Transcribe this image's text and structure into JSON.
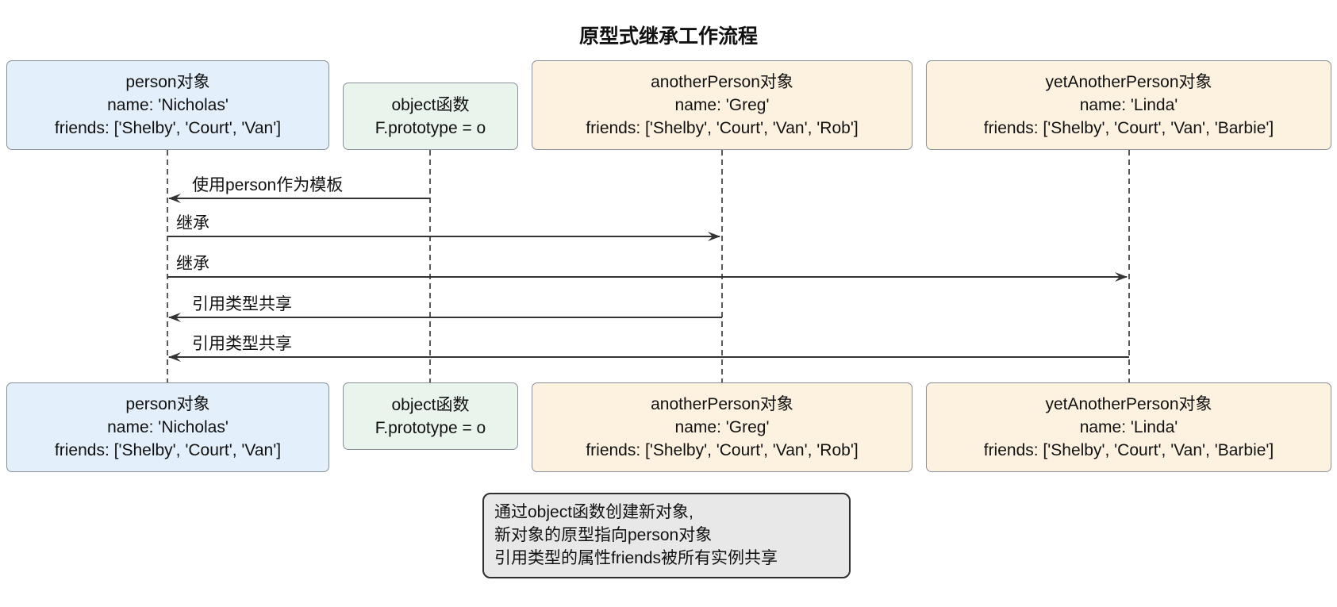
{
  "title": "原型式继承工作流程",
  "actors": [
    {
      "id": "person",
      "title": "person对象",
      "lines": [
        "name: 'Nicholas'",
        "friends: ['Shelby', 'Court', 'Van']"
      ],
      "color": "#e3f0fb"
    },
    {
      "id": "object",
      "title": "object函数",
      "lines": [
        "F.prototype = o"
      ],
      "color": "#e9f4ec"
    },
    {
      "id": "anotherPerson",
      "title": "anotherPerson对象",
      "lines": [
        "name: 'Greg'",
        "friends: ['Shelby', 'Court', 'Van', 'Rob']"
      ],
      "color": "#fdf2e0"
    },
    {
      "id": "yetAnotherPerson",
      "title": "yetAnotherPerson对象",
      "lines": [
        "name: 'Linda'",
        "friends: ['Shelby', 'Court', 'Van', 'Barbie']"
      ],
      "color": "#fdf2e0"
    }
  ],
  "messages": [
    {
      "label": "使用person作为模板",
      "from": "object函数",
      "to": "person对象",
      "direction": "left"
    },
    {
      "label": "继承",
      "from": "person对象",
      "to": "anotherPerson对象",
      "direction": "right"
    },
    {
      "label": "继承",
      "from": "person对象",
      "to": "yetAnotherPerson对象",
      "direction": "right"
    },
    {
      "label": "引用类型共享",
      "from": "anotherPerson对象",
      "to": "person对象",
      "direction": "left"
    },
    {
      "label": "引用类型共享",
      "from": "yetAnotherPerson对象",
      "to": "person对象",
      "direction": "left"
    }
  ],
  "note": {
    "lines": [
      "通过object函数创建新对象,",
      "新对象的原型指向person对象",
      "引用类型的属性friends被所有实例共享"
    ]
  },
  "colors": {
    "actor_blue": "#e3f0fb",
    "actor_green": "#e9f4ec",
    "actor_orange": "#fdf2e0",
    "actor_border": "#8a9098",
    "note_fill": "#e8e8e8",
    "note_border": "#2f2f2f",
    "line": "#333333",
    "text": "#111111",
    "background": "#ffffff"
  }
}
